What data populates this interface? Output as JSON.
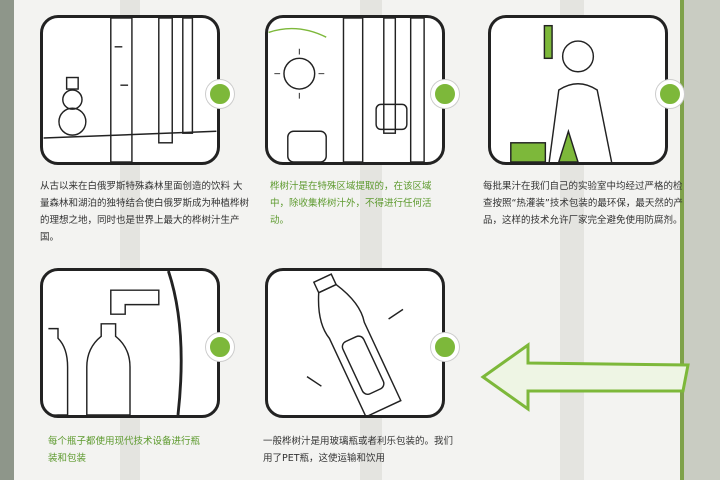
{
  "colors": {
    "accent": "#7db83a",
    "text_green": "#5d9a2e",
    "text_dark": "#333333"
  },
  "steps": [
    {
      "text": "从古以来在白俄罗斯特殊森林里面创造的饮料 大量森林和湖泊的独特结合使白俄罗斯成为种植桦树的理想之地，同时也是世界上最大的桦树汁生产国。",
      "icon": "birch-forest-snowman"
    },
    {
      "text": "桦树汁是在特殊区域提取的，在该区域中，除收集桦树汁外，不得进行任何活动。",
      "icon": "sun-birch-barrels"
    },
    {
      "text": "每批果汁在我们自己的实验室中均经过严格的检查按照“热灌装”技术包装的最环保，最天然的产品，这样的技术允许厂家完全避免使用防腐剂。",
      "icon": "lab-scientist"
    },
    {
      "text": "每个瓶子都使用现代技术设备进行瓶装和包装",
      "icon": "bottling-tap"
    },
    {
      "text": "一般桦树汁是用玻璃瓶或者利乐包装的。我们用了PET瓶，这使运输和饮用",
      "icon": "pet-bottle"
    }
  ]
}
